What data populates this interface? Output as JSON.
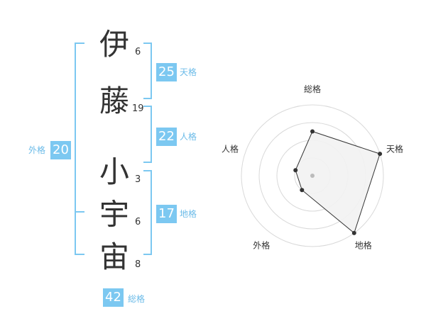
{
  "name": {
    "chars": [
      {
        "char": "伊",
        "strokes": "6"
      },
      {
        "char": "藤",
        "strokes": "19"
      },
      {
        "char": "小",
        "strokes": "3"
      },
      {
        "char": "宇",
        "strokes": "6"
      },
      {
        "char": "宙",
        "strokes": "8"
      }
    ]
  },
  "kaku": {
    "tenkaku": {
      "value": "25",
      "label": "天格"
    },
    "jinkaku": {
      "value": "22",
      "label": "人格"
    },
    "chikaku": {
      "value": "17",
      "label": "地格"
    },
    "gaikaku": {
      "value": "20",
      "label": "外格"
    },
    "soukaku": {
      "value": "42",
      "label": "総格"
    }
  },
  "colors": {
    "accent": "#7cc8f1",
    "accent_text": "#6bbbe8",
    "text": "#333333",
    "ring": "#d9d9d9",
    "fill": "#f2f2f2"
  },
  "chart_data": {
    "type": "radar",
    "axes": [
      "総格",
      "天格",
      "地格",
      "外格",
      "人格"
    ],
    "rings": 4,
    "range": [
      0,
      4
    ],
    "values": [
      2.5,
      4,
      4,
      1,
      1
    ]
  }
}
